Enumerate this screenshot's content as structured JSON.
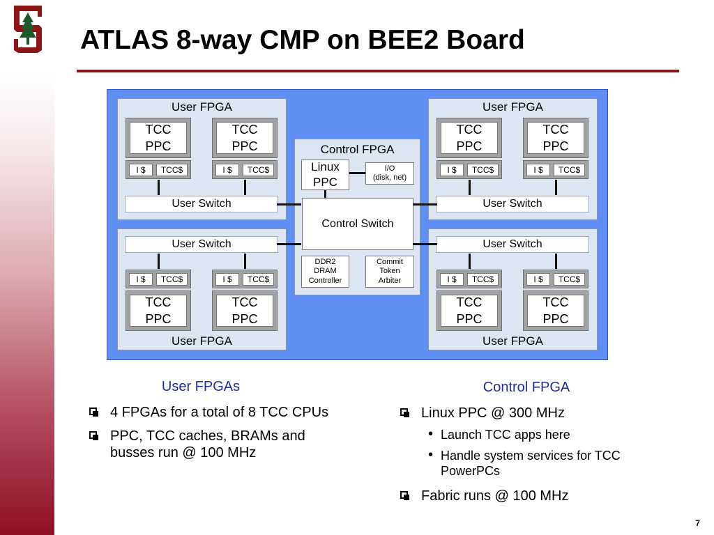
{
  "slide": {
    "title": "ATLAS 8-way CMP on BEE2 Board",
    "page_number": "7"
  },
  "diagram": {
    "user_fpga_label": "User FPGA",
    "cpu_label": "TCC\nPPC",
    "icache_label": "I $",
    "tcc_cache_label": "TCC$",
    "user_switch_label": "User Switch",
    "control_fpga": {
      "label": "Control FPGA",
      "linux_ppc": "Linux\nPPC",
      "io": "I/O\n(disk, net)",
      "control_switch": "Control Switch",
      "ddr2": "DDR2\nDRAM\nController",
      "commit": "Commit\nToken\nArbiter"
    }
  },
  "notes": {
    "left": {
      "heading": "User FPGAs",
      "items": [
        "4 FPGAs for a total of  8 TCC CPUs",
        "PPC, TCC caches, BRAMs and busses run @ 100 MHz"
      ]
    },
    "right": {
      "heading": "Control FPGA",
      "items": [
        "Linux PPC @ 300 MHz",
        "Fabric runs @ 100 MHz"
      ],
      "sub_items": [
        "Launch TCC apps here",
        "Handle system services for TCC PowerPCs"
      ]
    }
  },
  "colors": {
    "accent": "#8c1515",
    "diagram_bg": "#5f8ff3",
    "fpga_fill": "#dde5f3"
  }
}
